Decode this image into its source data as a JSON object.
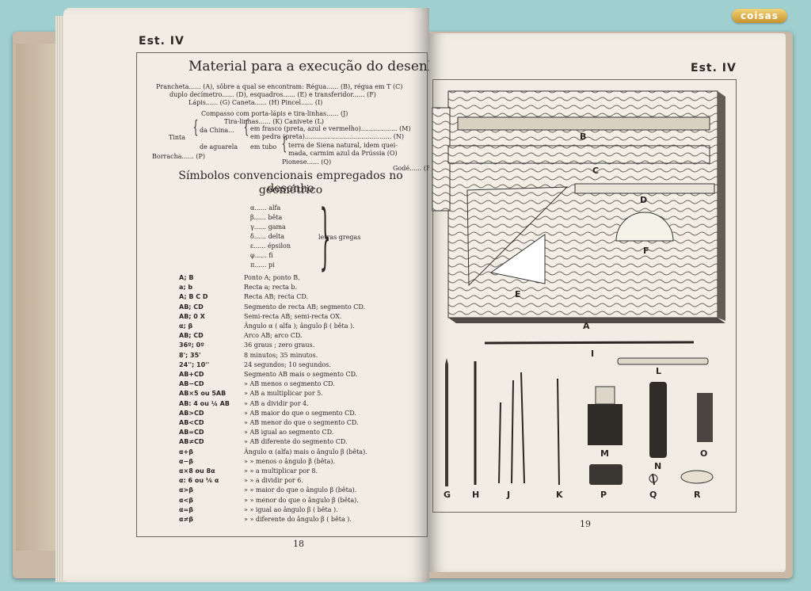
{
  "left_page": {
    "header": "Est. IV",
    "title": "Material para a execução do desenho",
    "material_lines": [
      "Prancheta...... (A), sôbre a qual se encontram:  Régua...... (B), régua em T (C)",
      "duplo decímetro...... (D), esquadros...... (E) e transferidor...... (F)",
      "Lápis...... (G)          Caneta...... (H)                       Pincel...... (I)",
      "Compasso com porta-lápis e tira-linhas...... (J)",
      "Tira-linhas...... (K)                  Canivete (L)"
    ],
    "tinta": {
      "label": "Tinta",
      "china": "da China...",
      "china_a": "em frasco (preta, azul e vermelho).................. (M)",
      "china_b": "em pedra (preta)........................................... (N)",
      "aguarela": "de aguarela",
      "tubo": "em tubo",
      "tubo_a": "terra de Siena natural, idem quei-",
      "tubo_b": "mada, carmim azul da Prússia (O)",
      "pionese": "Pionese...... (Q)",
      "borracha": "Borracha...... (P)",
      "gode": "Godé...... (R)"
    },
    "subtitle_1": "Símbolos convencionais empregados no desenho",
    "subtitle_2": "geométrico",
    "greek": [
      "α...... alfa",
      "β...... bêta",
      "γ...... gama",
      "δ...... delta",
      "ε...... épsilon",
      "φ...... fi",
      "π...... pi"
    ],
    "greek_label": "letras gregas",
    "symbols": [
      {
        "s": "A; B",
        "d": "Ponto A; ponto B."
      },
      {
        "s": "a; b",
        "d": "Recta a; recta b."
      },
      {
        "s": "A; B C D",
        "d": "Recta AB; recta CD."
      },
      {
        "s": "AB; CD",
        "d": "Segmento de recta AB; segmento CD."
      },
      {
        "s": "AB; 0 X",
        "d": "Semi-recta AB; semi-recta OX."
      },
      {
        "s": "α; β",
        "d": "Ângulo α ( alfa ); ângulo β ( bêta )."
      },
      {
        "s": "AB; CD",
        "d": "Arco AB; arco CD."
      },
      {
        "s": "36º; 0º",
        "d": "36 graus ; zero graus."
      },
      {
        "s": "8'; 35'",
        "d": "8 minutos; 35 minutos."
      },
      {
        "s": "24''; 10''",
        "d": "24 segundos; 10 segundos."
      },
      {
        "s": "AB+CD",
        "d": "Segmento AB mais o segmento CD."
      },
      {
        "s": "AB−CD",
        "d": "»        AB menos o segmento CD."
      },
      {
        "s": "AB×5 ou 5AB",
        "d": "»        AB a multiplicar por 5."
      },
      {
        "s": "AB: 4 ou ¼ AB",
        "d": "»        AB a dividir por 4."
      },
      {
        "s": "AB>CD",
        "d": "»        AB maior do que o segmento CD."
      },
      {
        "s": "AB<CD",
        "d": "»        AB menor do que o segmento CD."
      },
      {
        "s": "AB=CD",
        "d": "»        AB igual ao segmento CD."
      },
      {
        "s": "AB≠CD",
        "d": "»        AB diferente do segmento CD."
      },
      {
        "s": "α+β",
        "d": "Ângulo α (alfa) mais o ângulo β (bêta)."
      },
      {
        "s": "α−β",
        "d": "»    »    menos o ângulo β (bêta)."
      },
      {
        "s": "α×8 ou 8α",
        "d": "»    »    a multiplicar por 8."
      },
      {
        "s": "α: 6 ou ⅙ α",
        "d": "»    »    a dividir por 6."
      },
      {
        "s": "α>β",
        "d": "»    »    maior do que o ângulo β (bêta)."
      },
      {
        "s": "α<β",
        "d": "»    »    menor do que o ângulo β (bêta)."
      },
      {
        "s": "α=β",
        "d": "»    »    igual ao ângulo β ( bêta )."
      },
      {
        "s": "α≠β",
        "d": "»    »    diferente do ângulo β ( bêta )."
      }
    ],
    "page_number": "18"
  },
  "right_page": {
    "header": "Est. IV",
    "labels": [
      "A",
      "B",
      "C",
      "D",
      "E",
      "F",
      "I",
      "L",
      "G",
      "H",
      "J",
      "K",
      "M",
      "N",
      "O",
      "P",
      "Q",
      "R"
    ],
    "page_number": "19"
  },
  "watermark": "coisas"
}
